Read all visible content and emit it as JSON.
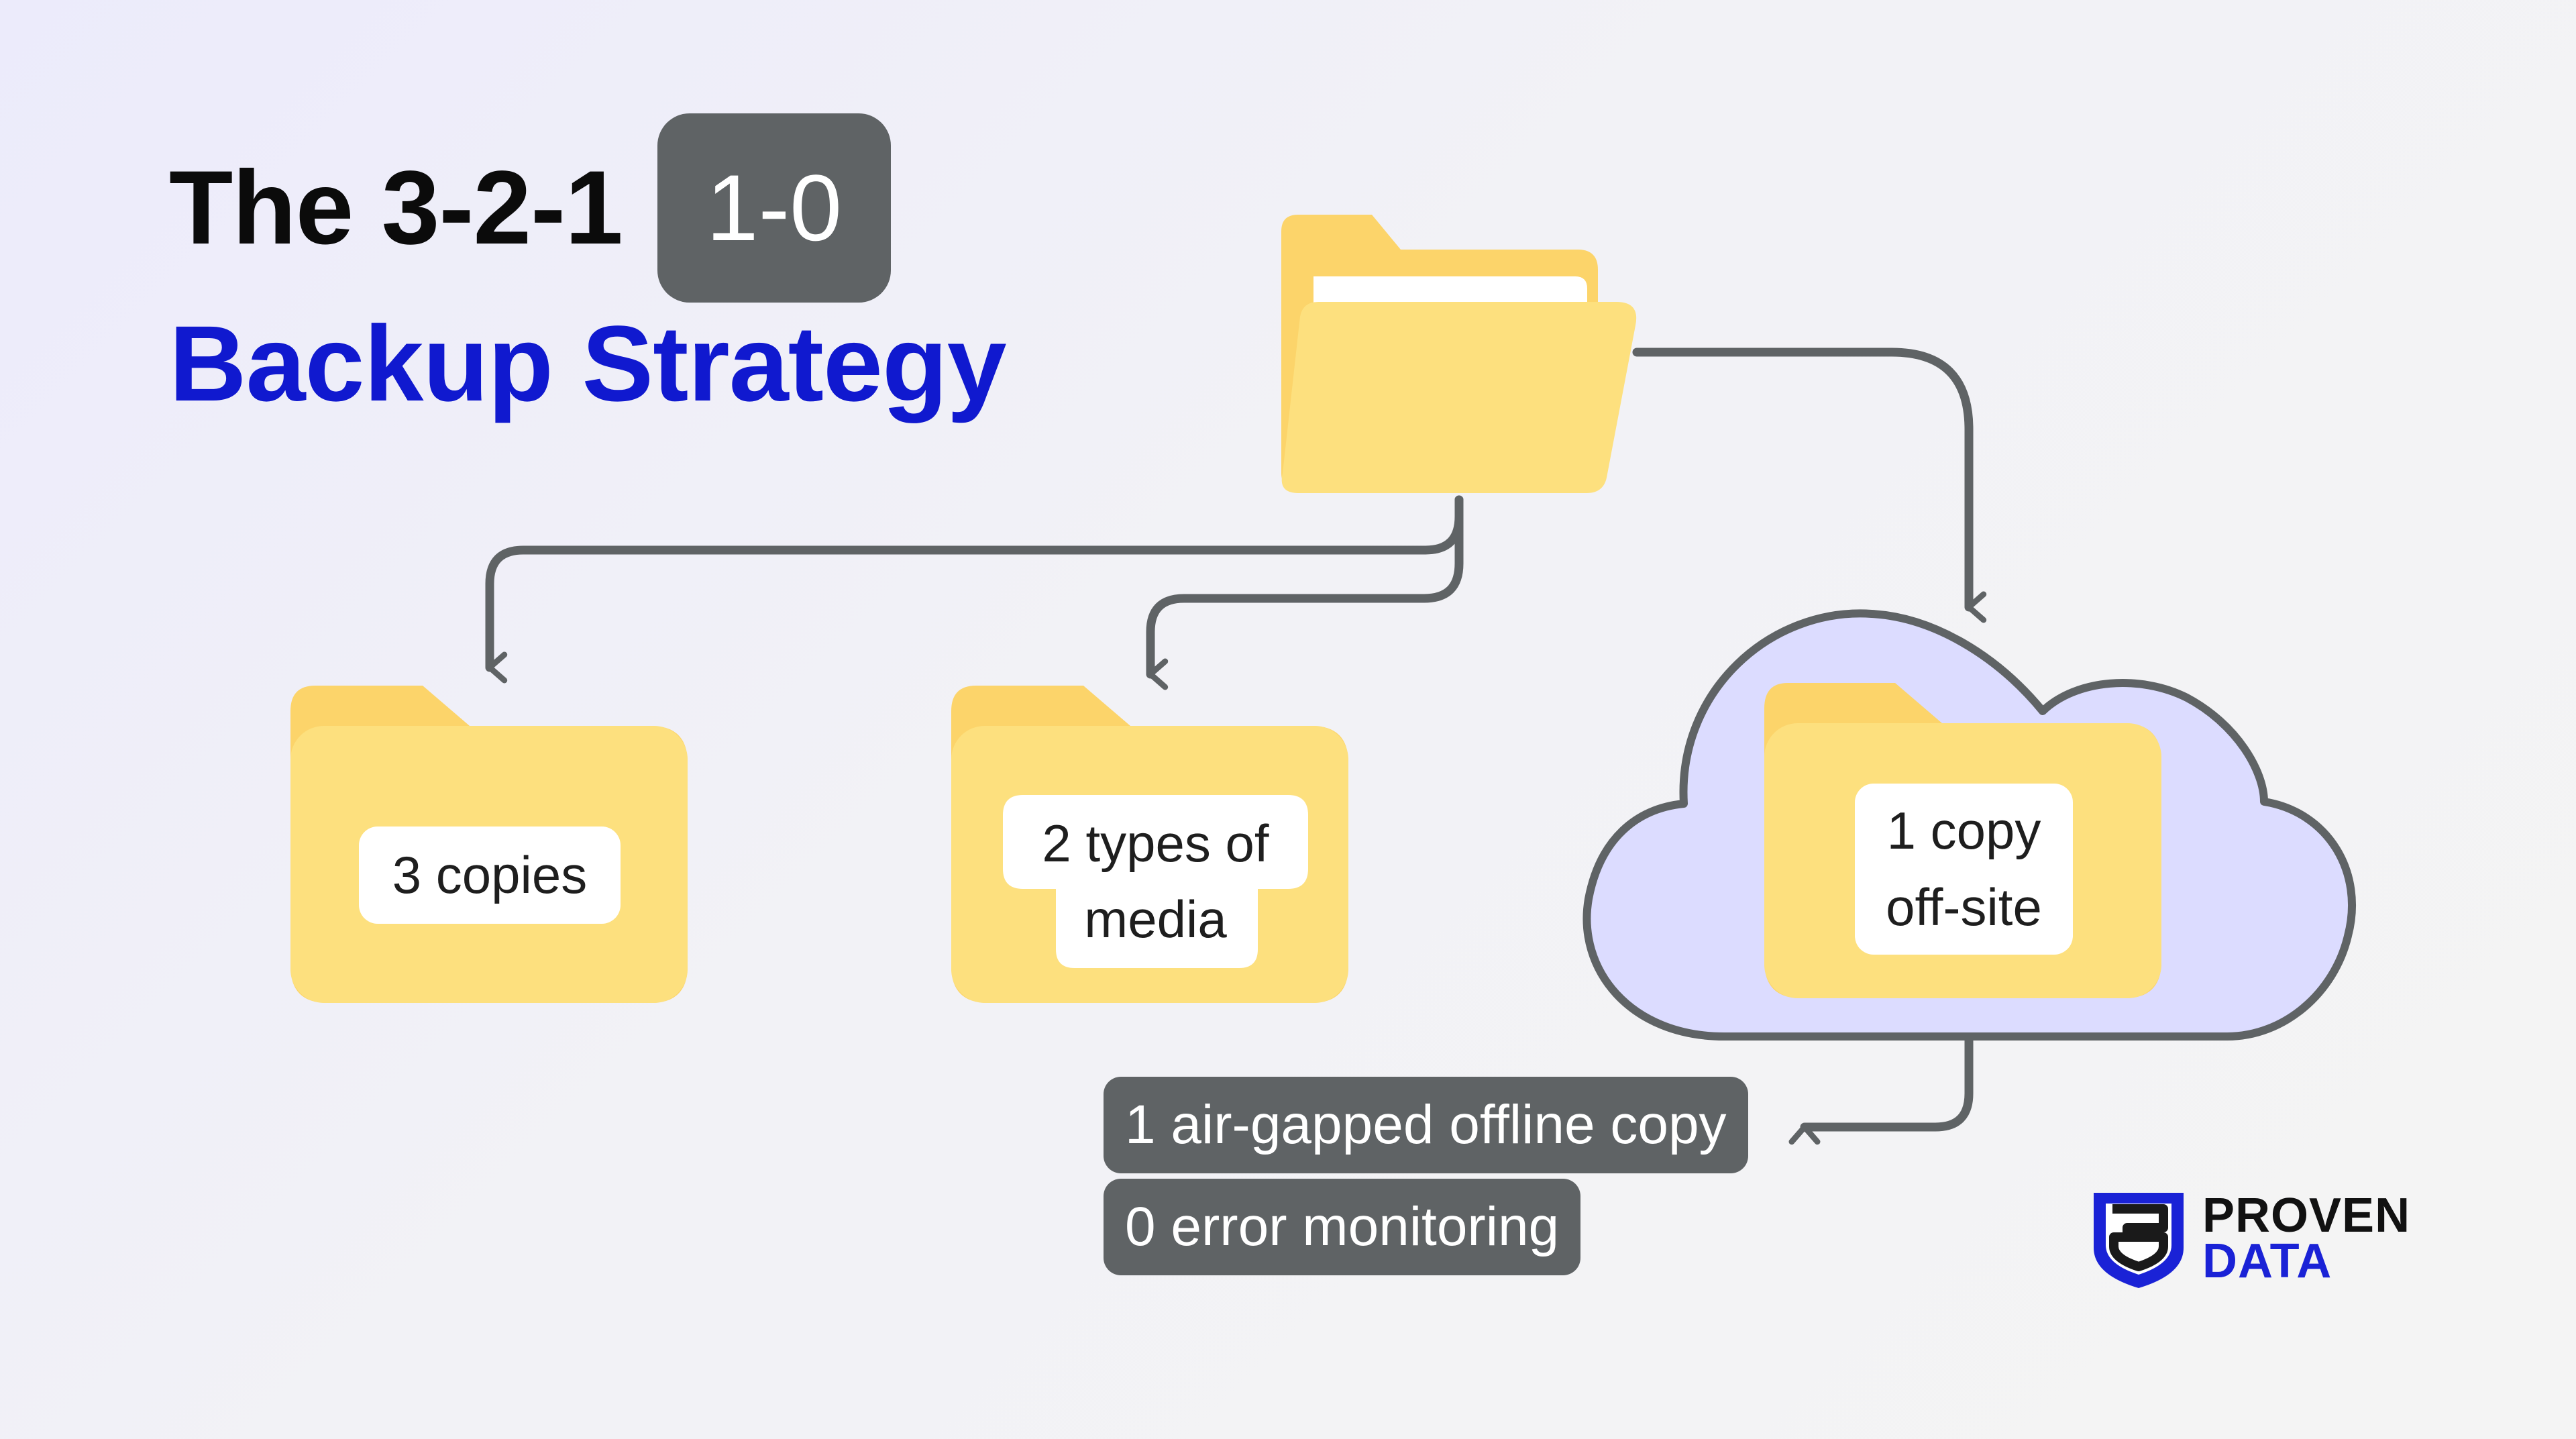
{
  "title": {
    "prefix": "The 3-2-1",
    "badge": "1-0",
    "line2": "Backup Strategy"
  },
  "nodes": {
    "copies": "3 copies",
    "media_l1": "2 types of",
    "media_l2": "media",
    "offsite_l1": "1 copy",
    "offsite_l2": "off-site"
  },
  "extras": {
    "airgapped": "1 air-gapped offline copy",
    "monitoring": "0 error monitoring"
  },
  "logo": {
    "line1": "PROVEN",
    "line2": "DATA"
  },
  "colors": {
    "title_blue": "#1019cf",
    "folder_back": "#fcd46a",
    "folder_front": "#fde07e",
    "cloud_fill": "#dcdcff",
    "arrow_gray": "#5f6365",
    "pill_gray": "#5f6365"
  },
  "icons": [
    "folder-icon",
    "cloud-icon",
    "arrow-icon",
    "shield-logo-icon"
  ]
}
